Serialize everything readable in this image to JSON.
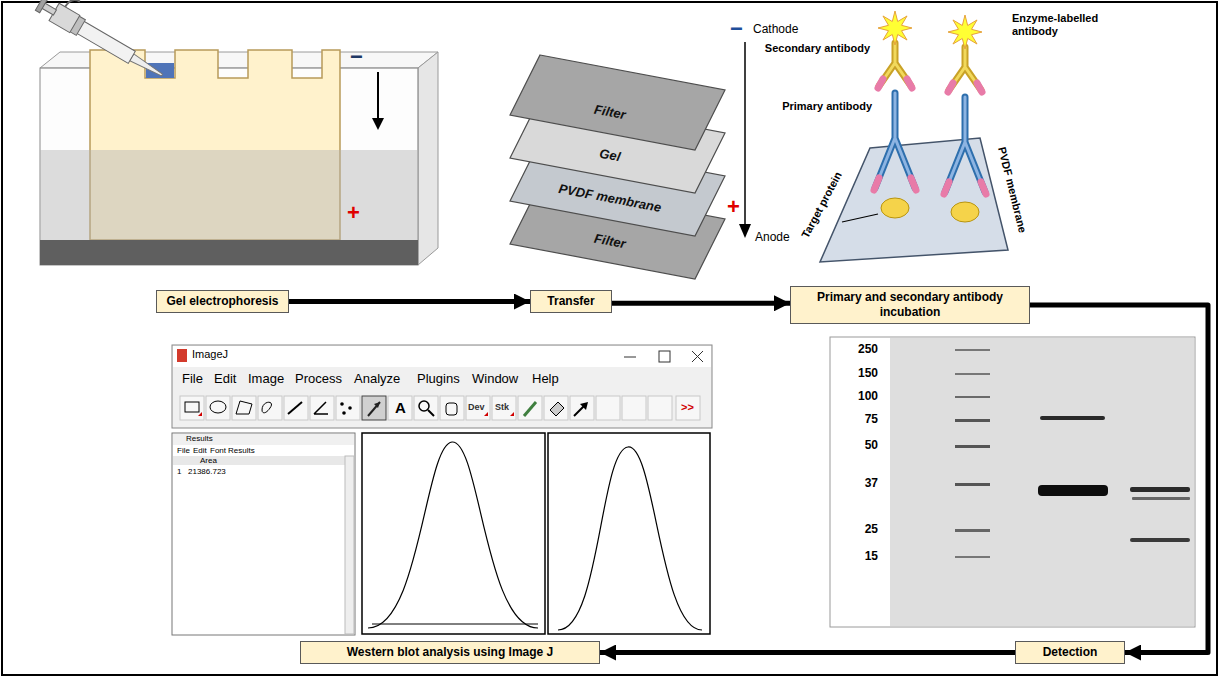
{
  "diagram": {
    "nodes": [
      {
        "text": [
          "Gel electrophoresis"
        ]
      },
      {
        "text": [
          "Filter"
        ]
      },
      {
        "text": [
          "Gel"
        ]
      },
      {
        "text": [
          "PVDF membrane"
        ]
      },
      {
        "text": [
          "Filter"
        ]
      },
      {
        "text": [
          "Transfer"
        ]
      },
      {
        "text": [
          "Primary and secondary antibody incubation"
        ]
      },
      {
        "text": [
          "Western blot analysis using Image J"
        ]
      },
      {
        "text": [
          "Detection"
        ]
      }
    ],
    "edges": [
      {
        "from": 0,
        "to": 5,
        "arrow": "to"
      },
      {
        "from": 5,
        "to": 6,
        "arrow": "to"
      },
      {
        "from": 6,
        "to": 8,
        "arrow": "to"
      },
      {
        "from": 8,
        "to": 7,
        "arrow": "to"
      }
    ],
    "labels": [
      "−",
      "+",
      "−",
      "Cathode",
      "+",
      "Anode",
      "Secondary antibody",
      "Enzyme-labelled antibody",
      "Primary antibody",
      "Target protein",
      "PVDF membrane",
      "ImageJ",
      "File",
      "Edit",
      "Image",
      "Process",
      "Analyze",
      "Plugins",
      "Window",
      "Help",
      "A",
      "Dev",
      "Stk",
      ">>",
      "Results",
      "File",
      "Edit",
      "Font",
      "Results",
      "Area",
      "1",
      "21386.723",
      "250",
      "150",
      "100",
      "75",
      "50",
      "37",
      "25",
      "15"
    ]
  }
}
